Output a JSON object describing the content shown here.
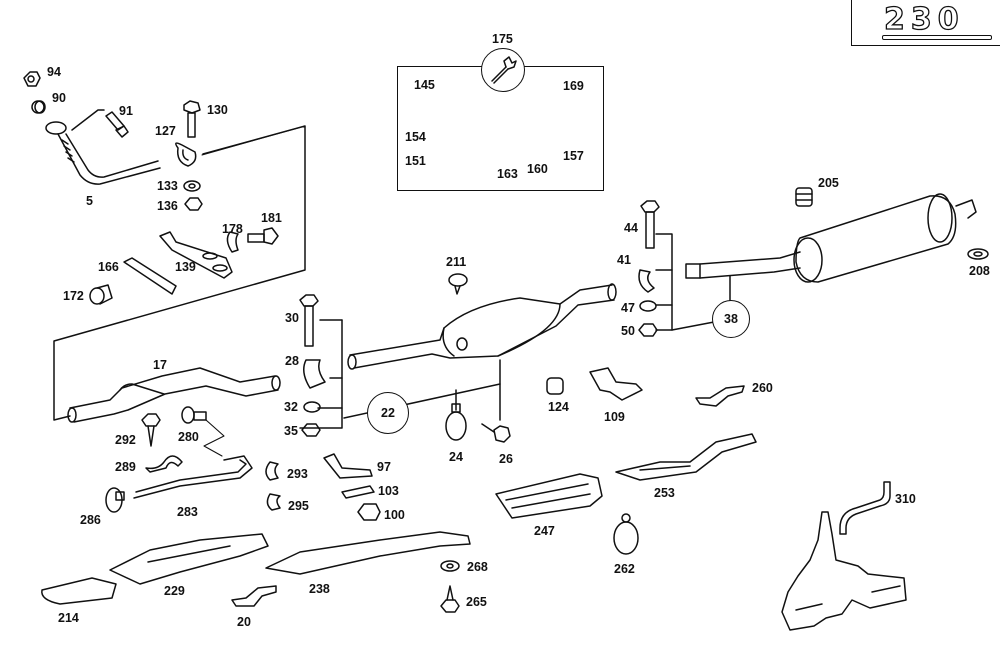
{
  "diagram": {
    "title": "Exhaust system exploded parts diagram",
    "model_badge": "230",
    "kit": {
      "tool_icon": "wrench-icon",
      "label": "175",
      "parts": [
        "145",
        "154",
        "151",
        "169",
        "157",
        "160",
        "163"
      ]
    },
    "callouts": {
      "g22": "22",
      "g38": "38"
    },
    "labels": {
      "p94": "94",
      "p90": "90",
      "p91": "91",
      "p130": "130",
      "p127": "127",
      "p5": "5",
      "p133": "133",
      "p136": "136",
      "p178": "178",
      "p181": "181",
      "p166": "166",
      "p139": "139",
      "p172": "172",
      "p175": "175",
      "p145": "145",
      "p169": "169",
      "p154": "154",
      "p151": "151",
      "p157": "157",
      "p163": "163",
      "p160": "160",
      "p205": "205",
      "p44": "44",
      "p41": "41",
      "p47": "47",
      "p50": "50",
      "p208": "208",
      "p211": "211",
      "p30": "30",
      "p28": "28",
      "p32": "32",
      "p35": "35",
      "p17": "17",
      "p292": "292",
      "p280": "280",
      "p289": "289",
      "p293": "293",
      "p295": "295",
      "p97": "97",
      "p103": "103",
      "p100": "100",
      "p286": "286",
      "p283": "283",
      "p24": "24",
      "p26": "26",
      "p124": "124",
      "p109": "109",
      "p260": "260",
      "p253": "253",
      "p247": "247",
      "p262": "262",
      "p214": "214",
      "p229": "229",
      "p20": "20",
      "p238": "238",
      "p268": "268",
      "p265": "265",
      "p310": "310"
    }
  }
}
